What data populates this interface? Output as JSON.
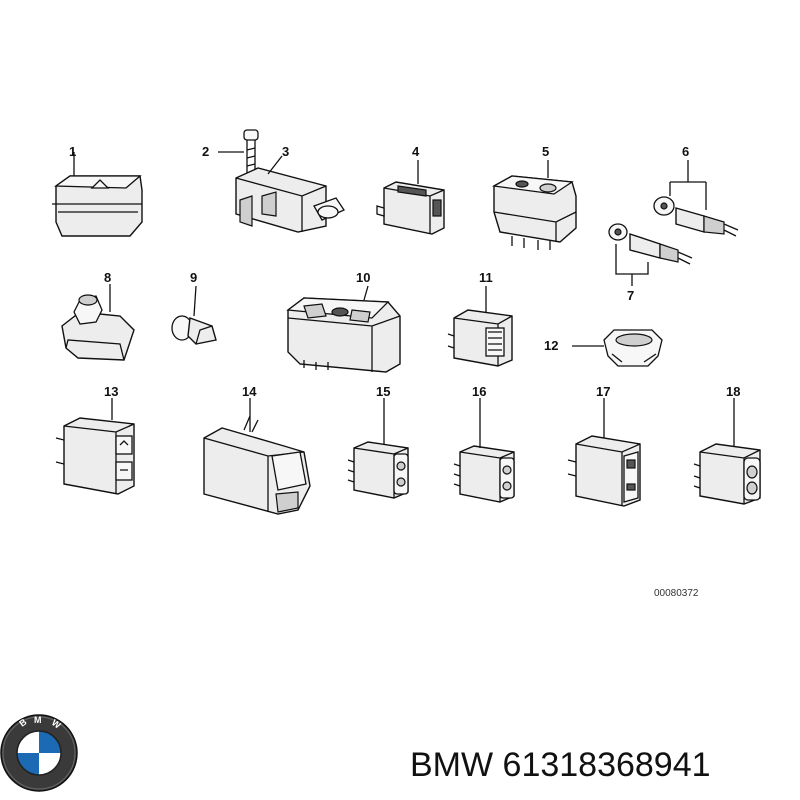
{
  "diagram": {
    "parts": [
      "1",
      "2",
      "3",
      "4",
      "5",
      "6",
      "7",
      "8",
      "9",
      "10",
      "11",
      "12",
      "13",
      "14",
      "15",
      "16",
      "17",
      "18"
    ],
    "reference_code": "00080372"
  },
  "footer": {
    "logo_letters": "BMW",
    "part_number_text": "BMW 61318368941"
  }
}
